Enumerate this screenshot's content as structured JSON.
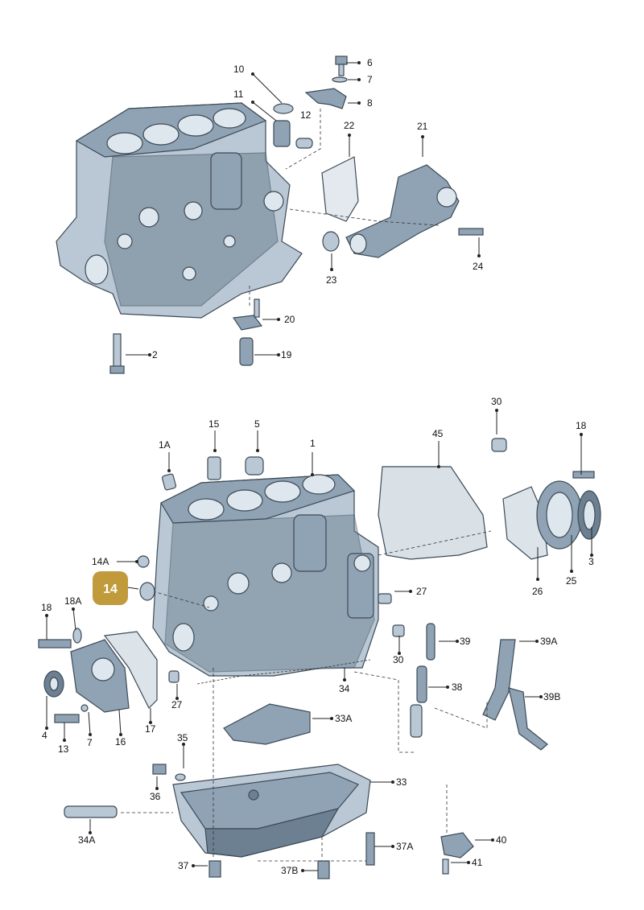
{
  "highlight": {
    "label": "14",
    "color": "#c19a3c"
  },
  "labels": {
    "top": [
      "10",
      "11",
      "12",
      "6",
      "7",
      "8",
      "22",
      "21",
      "23",
      "24",
      "20",
      "19",
      "2"
    ],
    "bottom": [
      "30",
      "15",
      "5",
      "1A",
      "1",
      "45",
      "18",
      "14A",
      "27",
      "3",
      "26",
      "25",
      "18",
      "18A",
      "39",
      "39A",
      "30",
      "38",
      "39B",
      "34",
      "4",
      "13",
      "7",
      "16",
      "17",
      "27",
      "33A",
      "35",
      "33",
      "36",
      "34A",
      "37A",
      "40",
      "37",
      "37B",
      "41"
    ]
  }
}
